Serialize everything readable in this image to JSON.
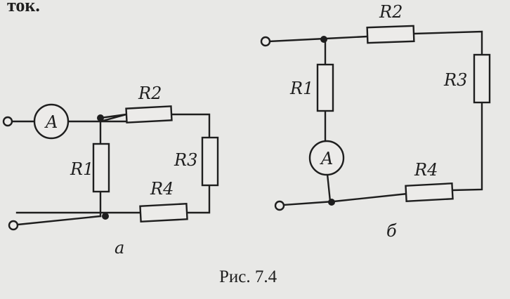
{
  "header_fragment": "ток.",
  "figure_caption": "Рис. 7.4",
  "circuit_a": {
    "sublabel": "а",
    "ammeter": "A",
    "resistors": [
      "R1",
      "R2",
      "R3",
      "R4"
    ]
  },
  "circuit_b": {
    "sublabel": "б",
    "ammeter": "A",
    "resistors": [
      "R1",
      "R2",
      "R3",
      "R4"
    ]
  }
}
